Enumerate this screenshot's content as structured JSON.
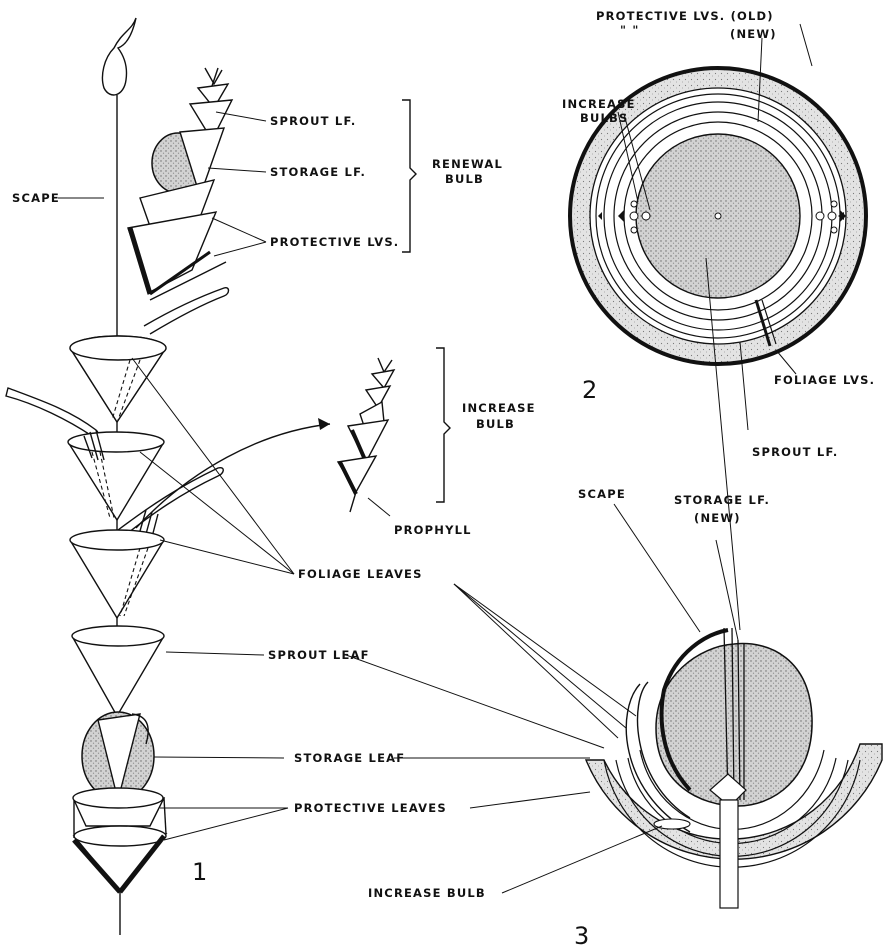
{
  "figure1": {
    "number": "1",
    "labels": {
      "scape": "SCAPE",
      "sprout_lf": "SPROUT LF.",
      "storage_lf": "STORAGE LF.",
      "protective_lvs": "PROTECTIVE LVS.",
      "renewal_bulb_1": "RENEWAL",
      "renewal_bulb_2": "BULB",
      "increase_bulb_1": "INCREASE",
      "increase_bulb_2": "BULB",
      "prophyll": "PROPHYLL",
      "foliage_leaves": "FOLIAGE LEAVES",
      "sprout_leaf": "SPROUT LEAF",
      "storage_leaf": "STORAGE LEAF",
      "protective_leaves": "PROTECTIVE LEAVES"
    }
  },
  "figure2": {
    "number": "2",
    "labels": {
      "protective_lvs_old": "PROTECTIVE LVS. (OLD)",
      "ditto_marks": "\"         \"",
      "new": "(NEW)",
      "increase_bulbs_1": "INCREASE",
      "increase_bulbs_2": "BULBS",
      "foliage_lvs": "FOLIAGE LVS.",
      "sprout_lf": "SPROUT LF."
    }
  },
  "figure3": {
    "number": "3",
    "labels": {
      "scape": "SCAPE",
      "storage_lf_new_1": "STORAGE LF.",
      "storage_lf_new_2": "(NEW)",
      "increase_bulb": "INCREASE BULB"
    }
  }
}
